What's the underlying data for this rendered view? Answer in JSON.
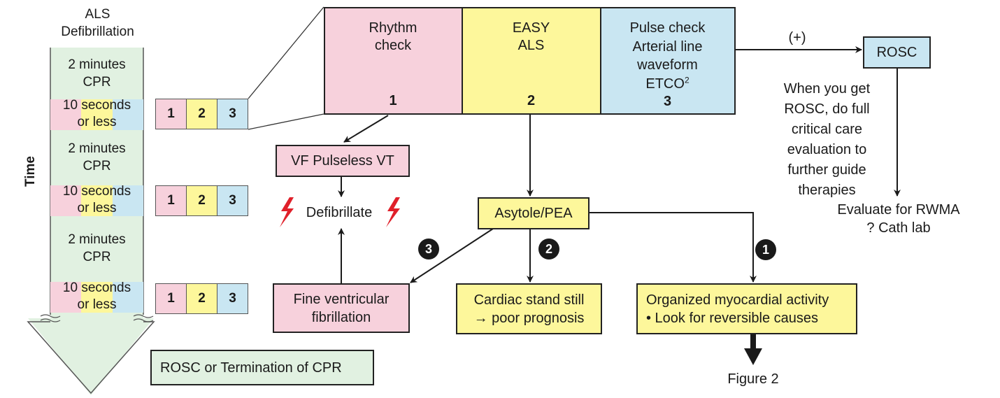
{
  "timeline": {
    "title": "ALS\nDefibrillation",
    "axis_label": "Time",
    "cpr_label": "2 minutes\nCPR",
    "check_label": "10 seconds\nor less",
    "mini_steps": [
      "1",
      "2",
      "3"
    ],
    "end_label": "ROSC or Termination of CPR"
  },
  "main_box": {
    "step1": {
      "label": "Rhythm\ncheck",
      "number": "1"
    },
    "step2": {
      "label": "EASY\nALS",
      "number": "2"
    },
    "step3": {
      "label": "Pulse check\nArterial line\nwaveform\nETCO",
      "superscript": "2",
      "number": "3"
    }
  },
  "rosc": {
    "edge_label": "(+)",
    "label": "ROSC",
    "note": "When you get\nROSC, do full\ncritical care\nevaluation to\nfurther guide\ntherapies",
    "evaluate": "Evaluate for RWMA\n? Cath lab"
  },
  "rhythm_branch": {
    "vf_label": "VF Pulseless VT",
    "defib_label": "Defibrillate",
    "fine_vf_label": "Fine ventricular\nfibrillation"
  },
  "easy_branch": {
    "asystole_label": "Asytole/PEA",
    "badges": [
      "1",
      "2",
      "3"
    ],
    "cardiac_label": "Cardiac stand still\n→ poor prognosis",
    "organized_label": "Organized myocardial activity\n• Look for reversible causes",
    "figure_label": "Figure 2"
  },
  "colors": {
    "pink": "#f7d1dc",
    "yellow": "#fdf79b",
    "blue": "#c9e6f2",
    "green": "#e1f1e1",
    "bolt": "#e0202a"
  }
}
